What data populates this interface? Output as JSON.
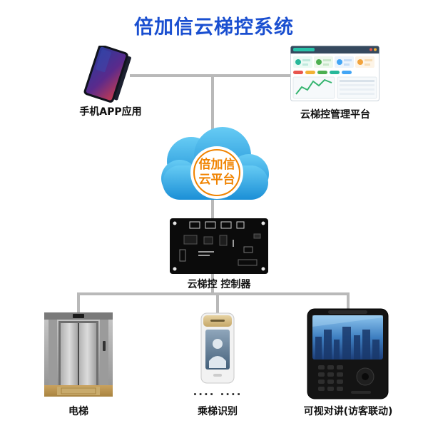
{
  "title": "倍加信云梯控系统",
  "nodes": {
    "phone": {
      "label": "手机APP应用"
    },
    "platform": {
      "label": "云梯控管理平台"
    },
    "cloud": {
      "name_line1": "倍加信",
      "name_line2": "云平台"
    },
    "controller": {
      "label": "云梯控 控制器"
    },
    "elevator": {
      "label": "电梯"
    },
    "recognition": {
      "label": "乘梯识别",
      "dots": ".... ...."
    },
    "intercom": {
      "label": "可视对讲(访客联动)"
    }
  },
  "colors": {
    "title_blue": "#1a4fd0",
    "cloud_blue": "#2196d6",
    "cloud_badge_orange": "#f08300",
    "connector_gray": "#b9b9b9"
  }
}
